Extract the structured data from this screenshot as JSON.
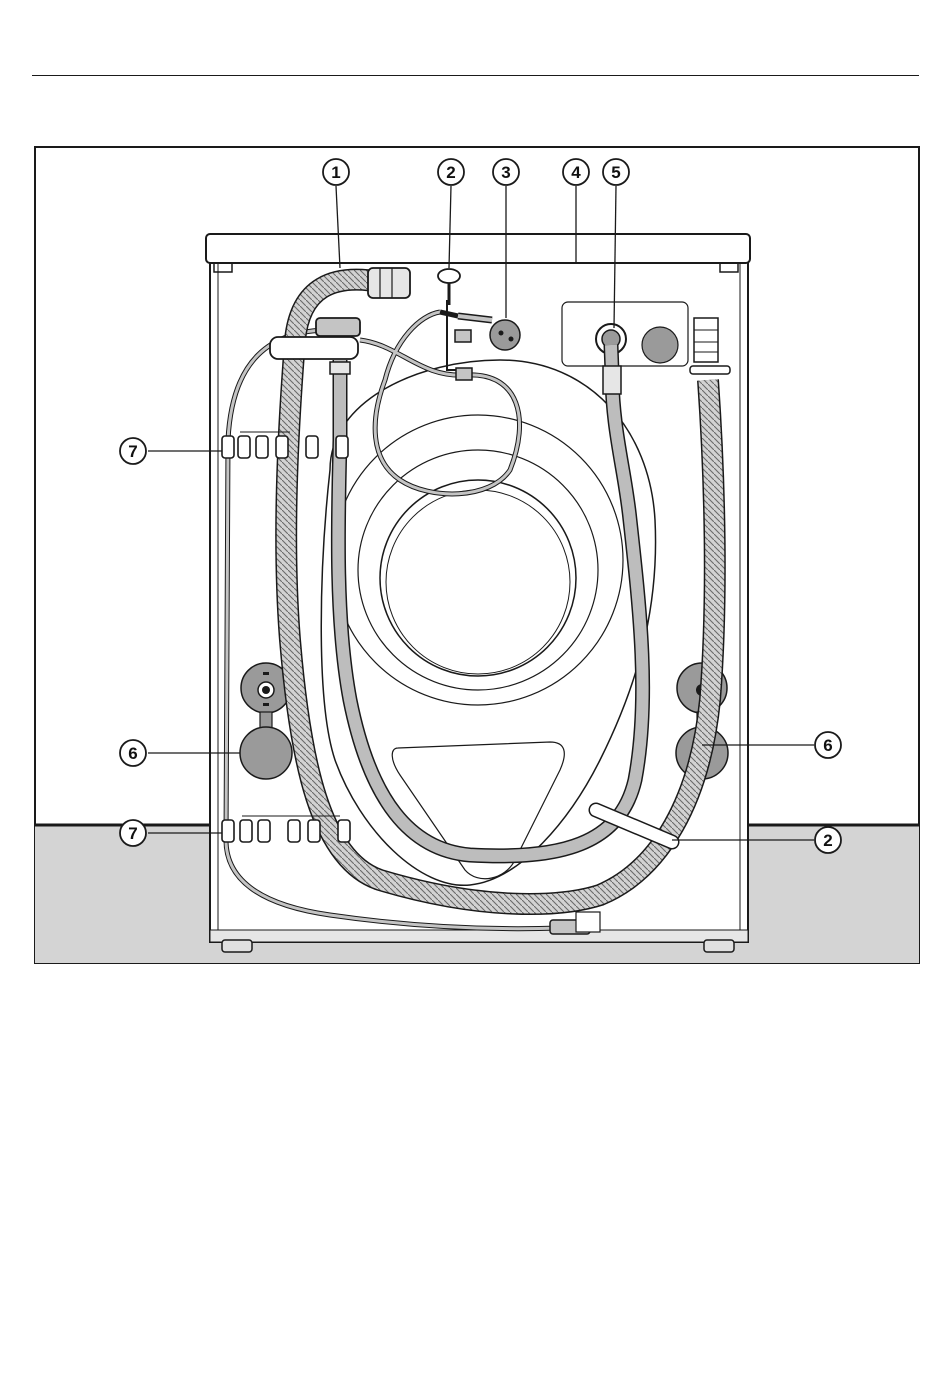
{
  "figure": {
    "callouts": [
      {
        "id": "c1",
        "label": "1"
      },
      {
        "id": "c2a",
        "label": "2"
      },
      {
        "id": "c3",
        "label": "3"
      },
      {
        "id": "c4",
        "label": "4"
      },
      {
        "id": "c5",
        "label": "5"
      },
      {
        "id": "c6a",
        "label": "6"
      },
      {
        "id": "c6b",
        "label": "6"
      },
      {
        "id": "c7a",
        "label": "7"
      },
      {
        "id": "c7b",
        "label": "7"
      },
      {
        "id": "c2b",
        "label": "2"
      }
    ]
  },
  "colors": {
    "line": "#1a1a1a",
    "floor": "#d4d4d4",
    "hose_fill": "#c4c4c4",
    "panel_gray": "#9a9a9a",
    "background": "#ffffff"
  }
}
